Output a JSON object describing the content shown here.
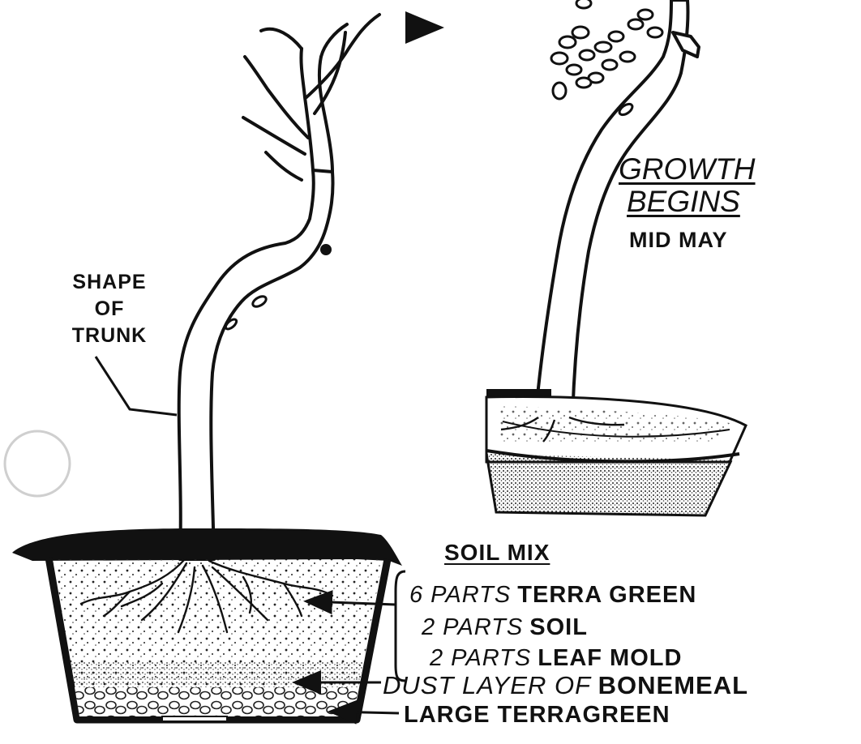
{
  "labels": {
    "shape_of_trunk": [
      "SHAPE",
      "OF",
      "TRUNK"
    ],
    "growth_begins": "GROWTH",
    "begins": "BEGINS",
    "mid_may": "MID MAY",
    "soil_mix_title": "SOIL MIX",
    "mix": [
      {
        "amount": "6 PARTS",
        "material": "TERRA GREEN"
      },
      {
        "amount": "2 PARTS",
        "material": "SOIL"
      },
      {
        "amount": "2 PARTS",
        "material": "LEAF MOLD"
      }
    ],
    "dust_layer_prefix": "DUST LAYER OF",
    "dust_layer_material": "BONEMEAL",
    "bottom_layer": "LARGE TERRAGREEN"
  }
}
